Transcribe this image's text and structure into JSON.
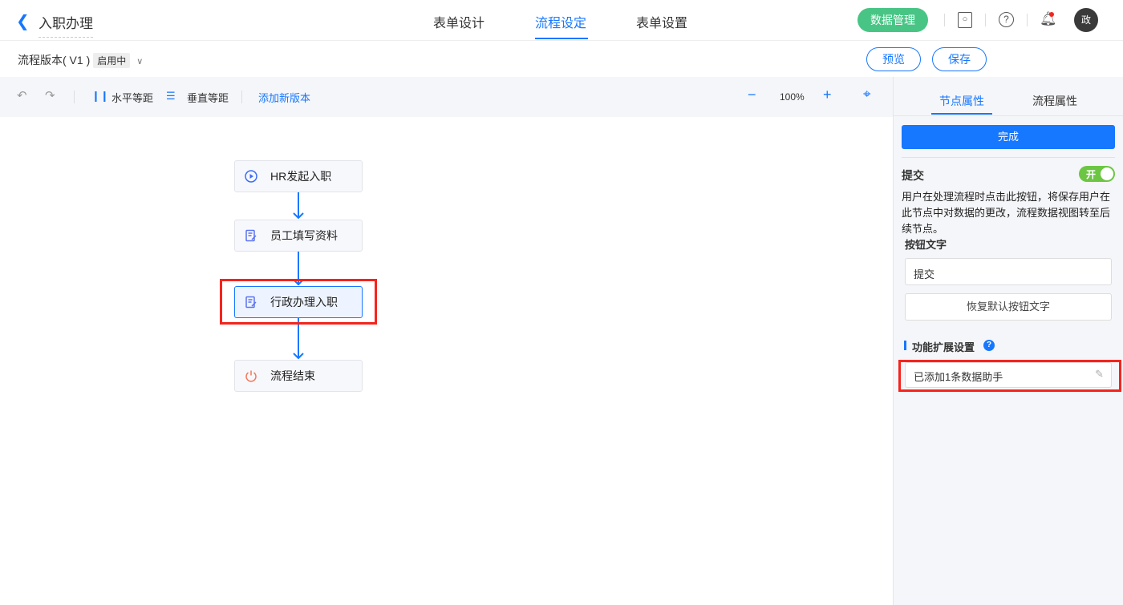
{
  "header": {
    "title": "入职办理",
    "tabs": [
      "表单设计",
      "流程设定",
      "表单设置"
    ],
    "active_tab": 1,
    "data_manage": "数据管理",
    "avatar": "政"
  },
  "version": {
    "label": "流程版本( V1 )",
    "status": "启用中",
    "preview": "预览",
    "save": "保存"
  },
  "toolbar": {
    "horizontal": "水平等距",
    "vertical": "垂直等距",
    "add_version": "添加新版本",
    "zoom": "100%"
  },
  "flow": {
    "nodes": [
      "HR发起入职",
      "员工填写资料",
      "行政办理入职",
      "流程结束"
    ],
    "selected": 2
  },
  "panel": {
    "tabs": [
      "节点属性",
      "流程属性"
    ],
    "done": "完成",
    "submit_title": "提交",
    "toggle": "开",
    "description": "用户在处理流程时点击此按钮，将保存用户在此节点中对数据的更改，流程数据视图转至后续节点。",
    "button_text_label": "按钮文字",
    "button_text_value": "提交",
    "reset_button": "恢复默认按钮文字",
    "ext_title": "功能扩展设置",
    "ext_value": "已添加1条数据助手"
  },
  "colors": {
    "accent": "#1677ff",
    "green": "#48c585",
    "highlight": "#f5241d"
  }
}
